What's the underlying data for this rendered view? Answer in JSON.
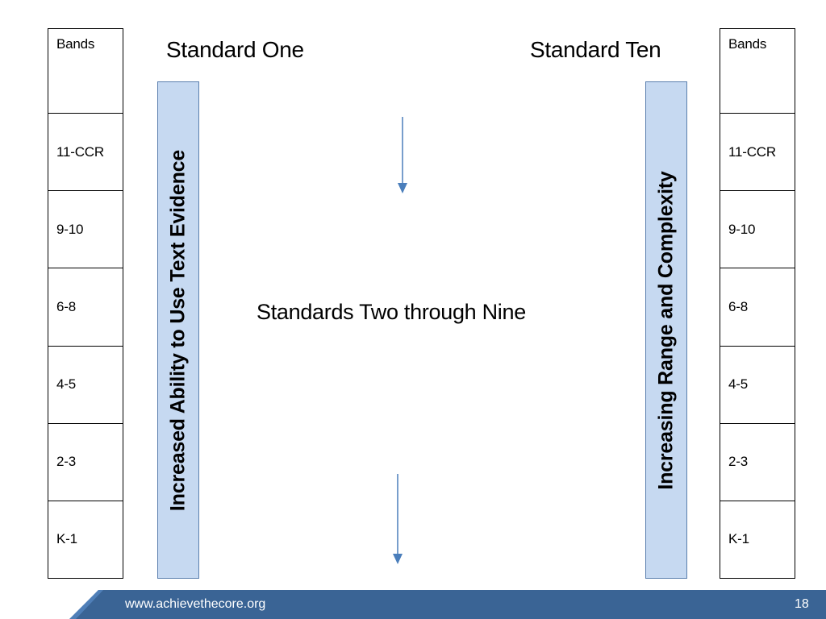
{
  "left_table": {
    "bands": [
      "Bands",
      "11-CCR",
      "9-10",
      "6-8",
      "4-5",
      "2-3",
      "K-1"
    ]
  },
  "right_table": {
    "bands": [
      "Bands",
      "11-CCR",
      "9-10",
      "6-8",
      "4-5",
      "2-3",
      "K-1"
    ]
  },
  "headings": {
    "left": "Standard One",
    "right": "Standard Ten"
  },
  "left_bar": {
    "label": "Increased Ability to Use Text Evidence"
  },
  "right_bar": {
    "label": "Increasing Range and Complexity"
  },
  "center": {
    "label": "Standards Two through Nine"
  },
  "footer": {
    "url": "www.achievethecore.org",
    "page_number": "18"
  },
  "colors": {
    "bar_fill": "#c6d9f1",
    "bar_border": "#5a7fae",
    "arrow": "#4a7ebb",
    "footer_bg": "#3a6495",
    "footer_tab": "#4f7fb8"
  }
}
